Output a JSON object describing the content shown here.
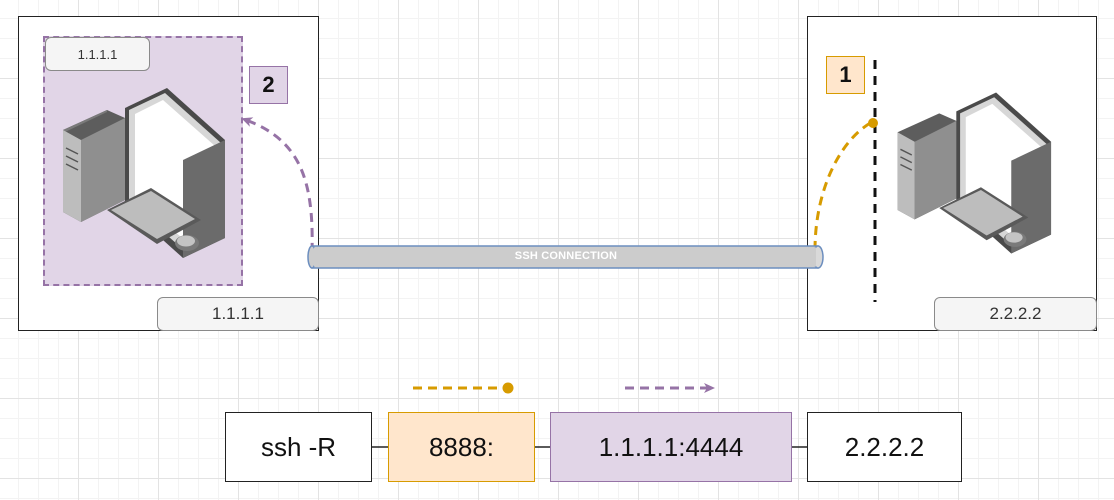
{
  "colors": {
    "client_highlight": "#e1d5e7",
    "client_stroke": "#9673a6",
    "remote_highlight": "#ffe6cc",
    "remote_stroke": "#d79b00",
    "tunnel_fill": "#cccccc",
    "tunnel_stroke": "#6c8ebf",
    "grid": "#e3e3e3"
  },
  "left_host": {
    "top_label": "1.1.1.1",
    "bottom_label": "1.1.1.1",
    "icon": "desktop-computer-icon"
  },
  "right_host": {
    "bottom_label": "2.2.2.2",
    "icon": "desktop-computer-icon"
  },
  "steps": {
    "remote_step": "1",
    "local_step": "2"
  },
  "tunnel": {
    "label": "SSH CONNECTION"
  },
  "command": {
    "parts": [
      "ssh -R",
      "8888:",
      "1.1.1.1:4444",
      "2.2.2.2"
    ]
  },
  "legend": {
    "remote_arrow": "dashed-orange-dot-connector",
    "local_arrow": "dashed-purple-arrow-connector"
  }
}
